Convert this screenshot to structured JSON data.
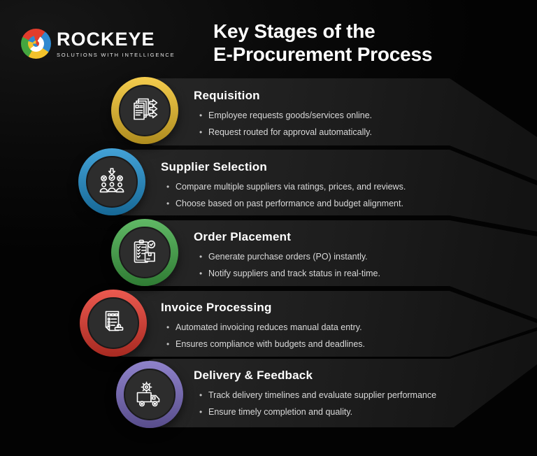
{
  "brand": {
    "name": "ROCKEYE",
    "tagline": "SOLUTIONS WITH INTELLIGENCE"
  },
  "heading": {
    "line1": "Key Stages of the",
    "line2": "E-Procurement Process"
  },
  "stages": [
    {
      "title": "Requisition",
      "ring_color": "#F2C22B",
      "icon": "documents-with-arrows-icon",
      "bullets": [
        "Employee requests goods/services online.",
        "Request routed for approval automatically."
      ]
    },
    {
      "title": "Supplier Selection",
      "ring_color": "#1F90CF",
      "icon": "supplier-comparison-icon",
      "bullets": [
        "Compare multiple suppliers via ratings, prices, and reviews.",
        "Choose based on past performance and budget alignment."
      ]
    },
    {
      "title": "Order Placement",
      "ring_color": "#42AB48",
      "icon": "order-checklist-box-icon",
      "bullets": [
        "Generate purchase orders (PO) instantly.",
        "Notify suppliers and track status in real-time."
      ]
    },
    {
      "title": "Invoice Processing",
      "ring_color": "#E83A2E",
      "icon": "invoice-stamp-icon",
      "bullets": [
        "Automated invoicing reduces manual data entry.",
        "Ensures compliance with budgets and deadlines."
      ]
    },
    {
      "title": "Delivery & Feedback",
      "ring_color": "#7A6BC1",
      "icon": "delivery-truck-gear-icon",
      "bullets": [
        "Track delivery timelines and evaluate supplier performance",
        "Ensure timely completion and quality."
      ]
    }
  ],
  "colors": {
    "background": "#070707",
    "panel": "#222222",
    "title_text": "#FFFFFF",
    "bullet_text": "#DADADA"
  }
}
